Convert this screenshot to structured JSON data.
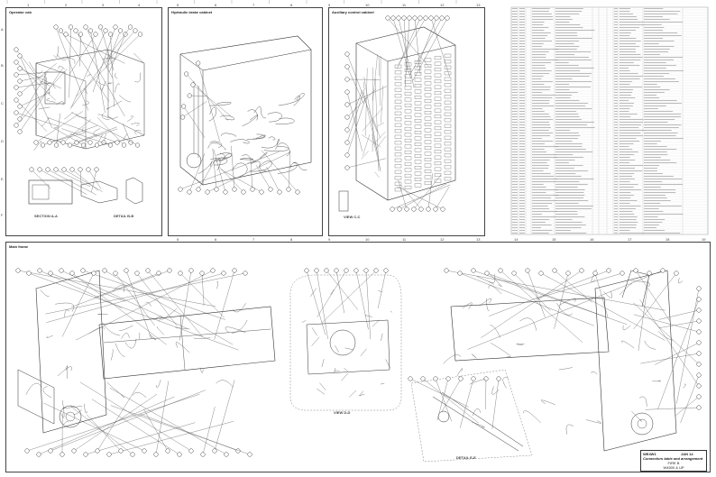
{
  "panels": {
    "operator_cab": "Operator cab",
    "hydraulic_brake": "Hydraulic brake cabinet",
    "auxiliary_control": "Auxiliary control cabinet",
    "main_frame": "Main frame"
  },
  "views": {
    "section_a": "SECTION A-A",
    "detail_b": "DETAIL B-B",
    "view_c": "VIEW C-C",
    "view_d": "VIEW D-D",
    "detail_e": "DETAIL E-E"
  },
  "zones": {
    "top_cols": [
      "1",
      "2",
      "3",
      "4",
      "5",
      "6",
      "7",
      "8",
      "9",
      "10",
      "11",
      "12",
      "13"
    ],
    "mid_cols": [
      "14",
      "15",
      "16",
      "17",
      "18",
      "19"
    ],
    "rows": [
      "A",
      "B",
      "C",
      "D",
      "E",
      "F"
    ]
  },
  "title_block": {
    "code": "WE4W1",
    "date": "JAN 14",
    "title": "Connectors table and arrangement",
    "subtitle": "FIRE B",
    "footer": "W4500 & UP"
  }
}
